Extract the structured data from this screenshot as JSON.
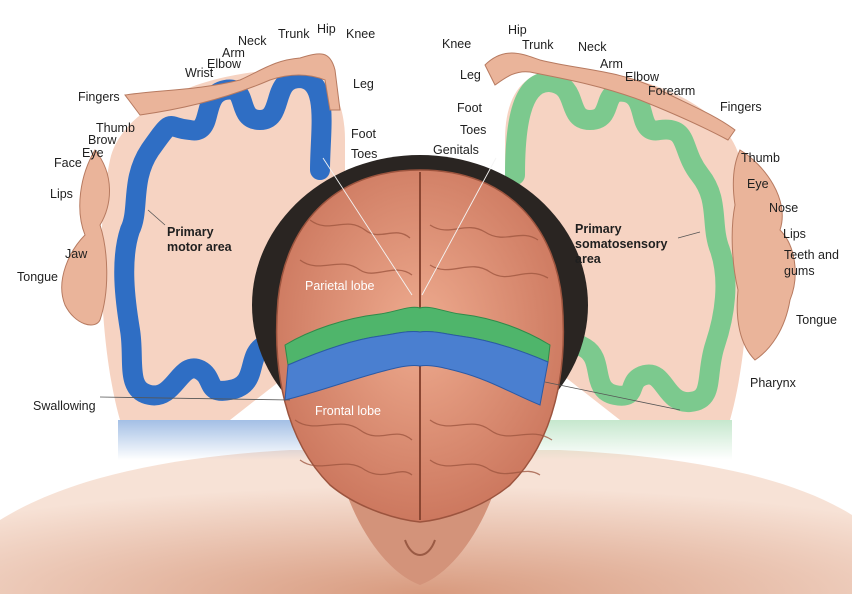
{
  "colors": {
    "motor": "#2f6ec4",
    "somatosensory": "#7cc98e",
    "cortex_fill": "#f6d3c2",
    "body_skin": "#eab49a",
    "brain": "#e19a80",
    "hair": "#2a2522"
  },
  "motor_labels": {
    "neck": "Neck",
    "trunk": "Trunk",
    "hip": "Hip",
    "knee": "Knee",
    "arm": "Arm",
    "elbow": "Elbow",
    "wrist": "Wrist",
    "leg": "Leg",
    "fingers": "Fingers",
    "foot": "Foot",
    "toes": "Toes",
    "thumb": "Thumb",
    "brow": "Brow",
    "eye": "Eye",
    "face": "Face",
    "lips": "Lips",
    "jaw": "Jaw",
    "tongue": "Tongue",
    "swallowing": "Swallowing",
    "area_line1": "Primary",
    "area_line2": "motor area"
  },
  "sensory_labels": {
    "hip": "Hip",
    "knee": "Knee",
    "trunk": "Trunk",
    "neck": "Neck",
    "arm": "Arm",
    "elbow": "Elbow",
    "forearm": "Forearm",
    "leg": "Leg",
    "fingers": "Fingers",
    "foot": "Foot",
    "toes": "Toes",
    "genitals": "Genitals",
    "thumb": "Thumb",
    "eye": "Eye",
    "nose": "Nose",
    "lips": "Lips",
    "teeth_line1": "Teeth and",
    "teeth_line2": "gums",
    "tongue": "Tongue",
    "pharynx": "Pharynx",
    "area_line1": "Primary",
    "area_line2": "somatosensory",
    "area_line3": "area"
  },
  "brain_labels": {
    "parietal": "Parietal lobe",
    "frontal": "Frontal lobe"
  }
}
